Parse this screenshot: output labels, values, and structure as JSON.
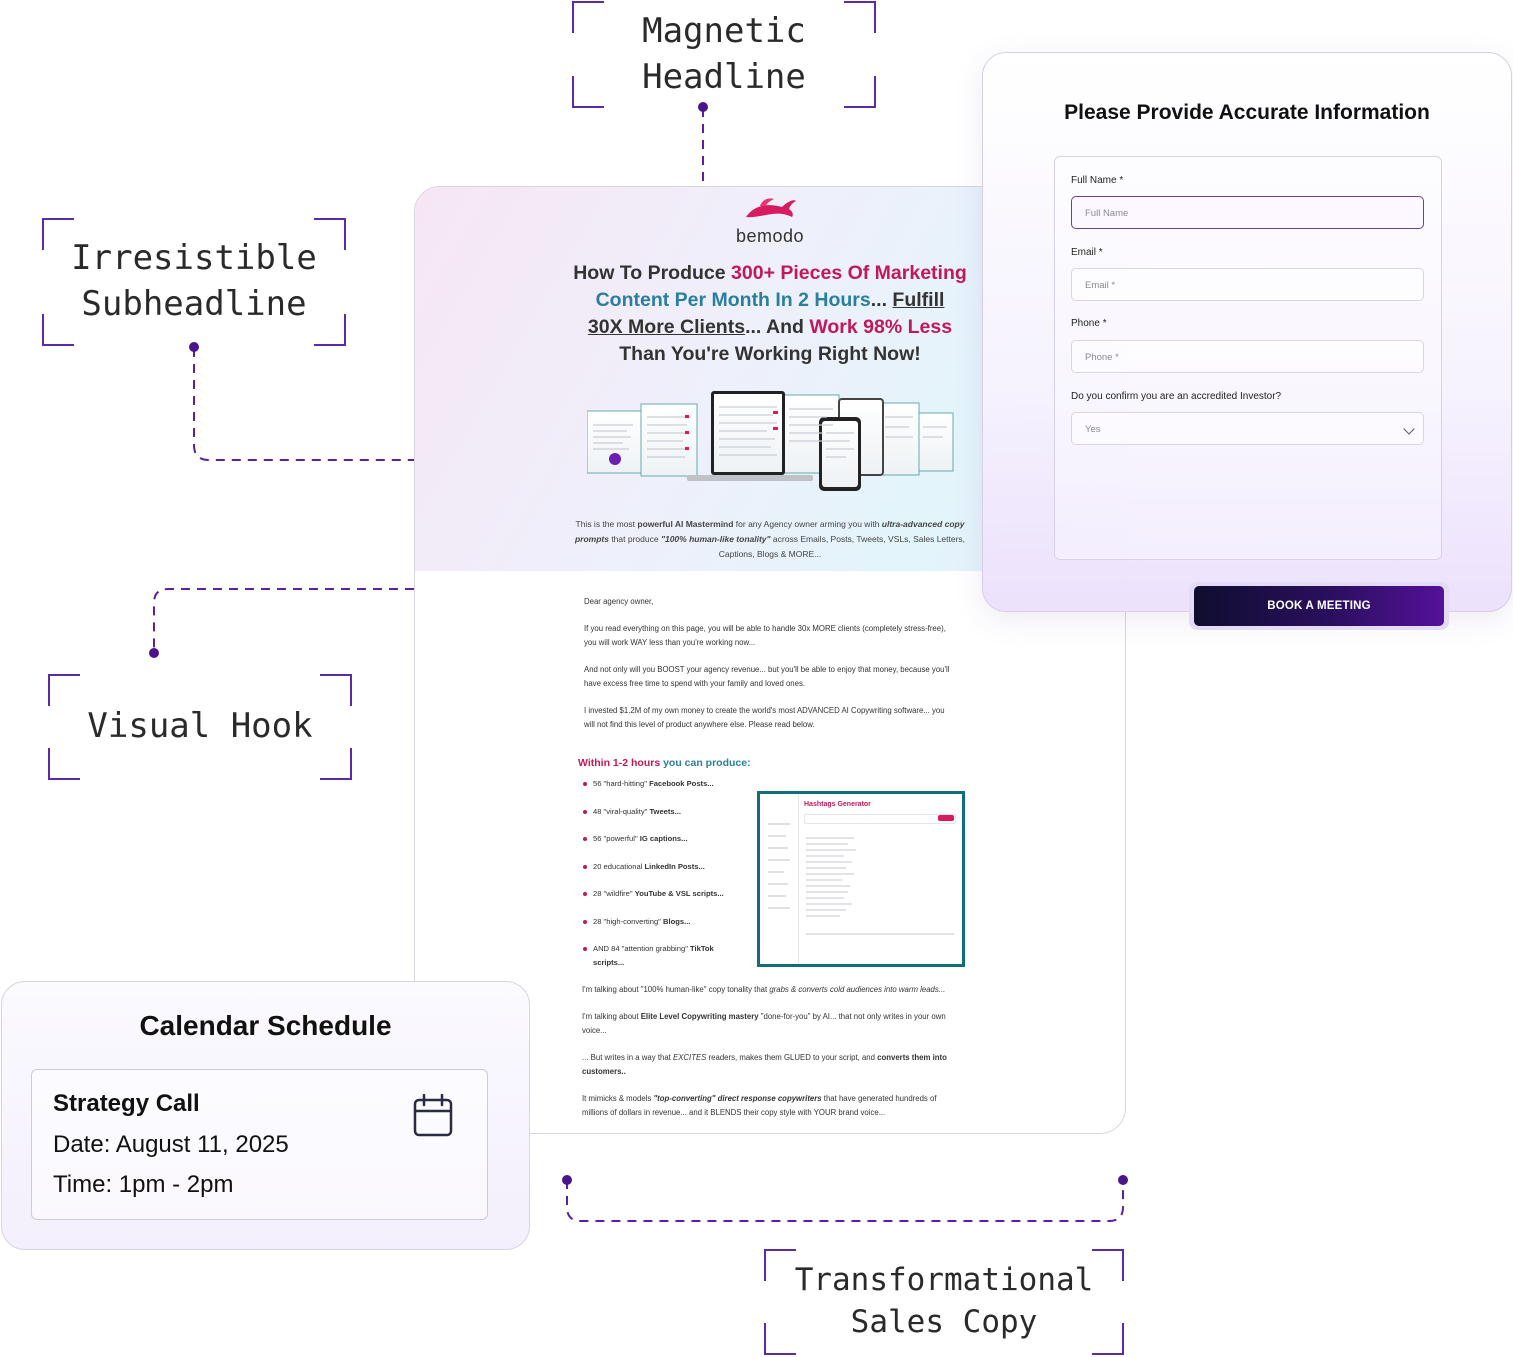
{
  "labels": {
    "magnetic_headline": [
      "Magnetic",
      "Headline"
    ],
    "irresistible_subheadline": [
      "Irresistible",
      "Subheadline"
    ],
    "visual_hook": [
      "Visual Hook"
    ],
    "transformational_sales_copy": [
      "Transformational",
      "Sales Copy"
    ]
  },
  "accent_color": "#5b2aa8",
  "landing_page": {
    "logo": "bemodo",
    "headline": {
      "p1": "How To Produce ",
      "p2": "300+ Pieces Of Marketing",
      "p3": "Content Per Month In 2 Hours",
      "p4": "... ",
      "p5": "Fulfill",
      "p6": "30X More Clients",
      "p7": "... And ",
      "p8": "Work 98% Less",
      "p9": "Than You're Working Right Now!"
    },
    "hero_copy": {
      "a": "This is the most ",
      "b": "powerful AI Mastermind",
      "c": " for any Agency owner arming you with ",
      "d": "ultra-advanced copy prompts",
      "e": " that produce ",
      "f": "\"100% human-like tonality\"",
      "g": " across Emails, Posts, Tweets, VSLs, Sales Letters, Captions, Blogs & MORE..."
    },
    "greeting": "Dear agency owner,",
    "paragraphs": [
      "If you read everything on this page, you will be able to handle 30x MORE clients (completely stress-free), you will work WAY less than you're working now...",
      "And not only will you BOOST your agency revenue... but you'll be able to enjoy that money, because you'll have excess free time to spend with your family and loved ones.",
      "I invested $1.2M of my own money to create the world's most ADVANCED AI Copywriting software... you will not find this level of product anywhere else. Please read below."
    ],
    "produce_title": {
      "a": "Within 1-2 hours ",
      "b": "you can produce:"
    },
    "bullets": [
      {
        "pre": "56 \"hard-hitting\" ",
        "bold": "Facebook Posts..."
      },
      {
        "pre": "48 \"viral-quality\" ",
        "bold": "Tweets..."
      },
      {
        "pre": "56 \"powerful\" ",
        "bold": "IG captions..."
      },
      {
        "pre": "20 educational ",
        "bold": "LinkedIn Posts..."
      },
      {
        "pre": "28 \"wildfire\" ",
        "bold": "YouTube & VSL scripts..."
      },
      {
        "pre": "28 \"high-converting\" ",
        "bold": "Blogs..."
      },
      {
        "pre": "AND 84 \"attention grabbing\" ",
        "bold": "TikTok scripts..."
      }
    ],
    "hashtag_panel_title": "Hashtags Generator",
    "lower_paragraphs": [
      {
        "a": "I'm talking about \"100% human-like\" copy tonality that ",
        "b": "grabs & converts cold audiences into warm leads..."
      },
      {
        "a": "I'm talking about ",
        "b": "Elite Level Copywriting mastery",
        "c": " \"done-for-you\" by AI... that not only writes in your own voice..."
      },
      {
        "a": "... But writes in a way that ",
        "b": "EXCITES",
        "c": " readers, makes them GLUED to your script, and ",
        "d": "converts them into customers.."
      },
      {
        "a": "It mimicks & models ",
        "b": "\"top-converting\" direct response copywriters",
        "c": " that have generated hundreds of millions of dollars in revenue... and it BLENDS their copy style with YOUR brand voice..."
      }
    ]
  },
  "form": {
    "title": "Please Provide Accurate Information",
    "full_name": {
      "label": "Full Name *",
      "placeholder": "Full Name"
    },
    "email": {
      "label": "Email *",
      "placeholder": "Email *"
    },
    "phone": {
      "label": "Phone *",
      "placeholder": "Phone *"
    },
    "investor": {
      "label": "Do you confirm you are an accredited Investor?",
      "value": "Yes"
    },
    "submit": "BOOK A MEETING"
  },
  "calendar": {
    "title": "Calendar Schedule",
    "event": "Strategy Call",
    "date": "Date: August 11, 2025",
    "time": "Time: 1pm - 2pm"
  }
}
